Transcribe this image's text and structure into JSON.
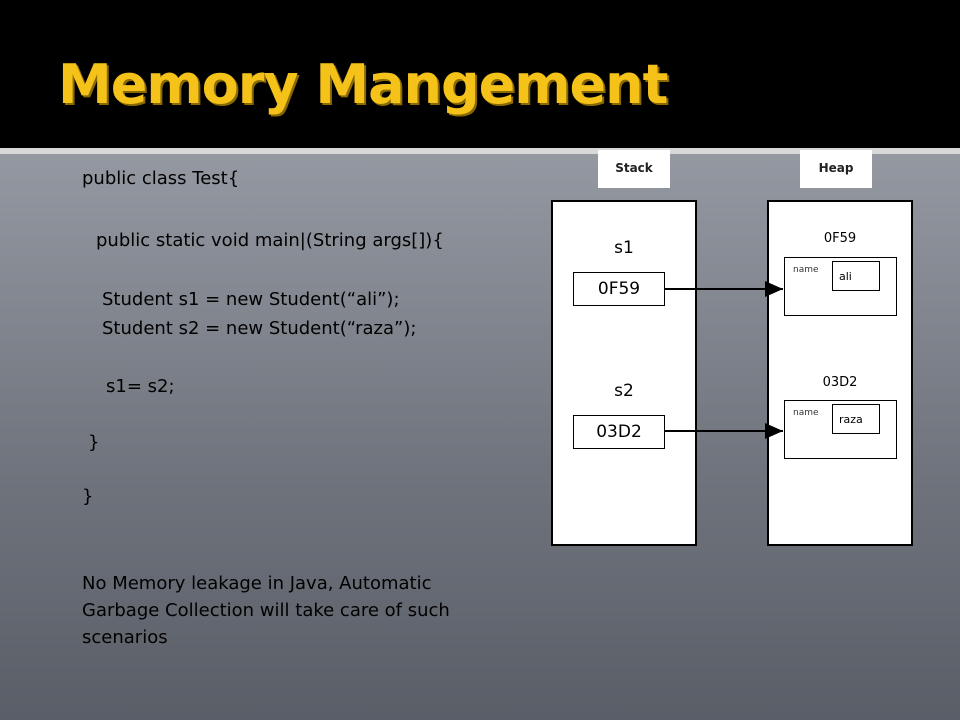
{
  "slide": {
    "title": "Memory Mangement",
    "code_lines": [
      "public class Test{",
      "public static void main|(String args[]){",
      "Student  s1 = new Student(“ali”);",
      "Student  s2 = new Student(“raza”);",
      "s1= s2;",
      "}",
      "}"
    ],
    "note": "No Memory leakage in Java, Automatic Garbage Collection will take care of such scenarios"
  },
  "diagram": {
    "stack_label": "Stack",
    "heap_label": "Heap",
    "stack_vars": [
      {
        "name": "s1",
        "ref": "0F59"
      },
      {
        "name": "s2",
        "ref": "03D2"
      }
    ],
    "heap_objects": [
      {
        "address": "0F59",
        "field": "name",
        "value": "ali"
      },
      {
        "address": "03D2",
        "field": "name",
        "value": "raza"
      }
    ]
  },
  "colors": {
    "title": "#f5c21a",
    "title_bar": "#000000",
    "panel": "#ffffff"
  }
}
